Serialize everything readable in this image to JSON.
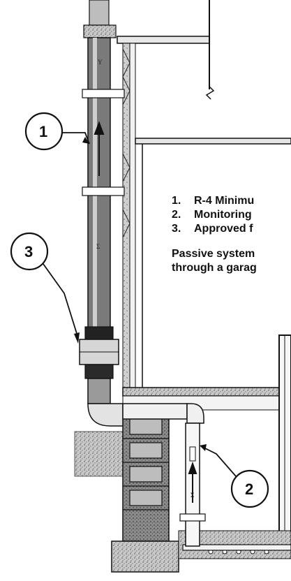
{
  "legend": {
    "items": [
      {
        "number": "1.",
        "text": "R-4 Minimu"
      },
      {
        "number": "2.",
        "text": "Monitoring"
      },
      {
        "number": "3.",
        "text": "Approved f"
      }
    ],
    "note_line1": "Passive system",
    "note_line2": "through a garag"
  },
  "callouts": [
    {
      "id": "1",
      "label": "1"
    },
    {
      "id": "2",
      "label": "2"
    },
    {
      "id": "3",
      "label": "3"
    }
  ],
  "pipe_marks": {
    "upper": "Y",
    "mid": "Σ",
    "lower": "Σ"
  },
  "colors": {
    "line": "#111111",
    "pipe_dark": "#3a3a3a",
    "pipe_light": "#d8d8d8",
    "insulation": "#bdbdbd",
    "ground": "#9a9a9a",
    "block": "#6e6e6e",
    "background": "#ffffff"
  }
}
